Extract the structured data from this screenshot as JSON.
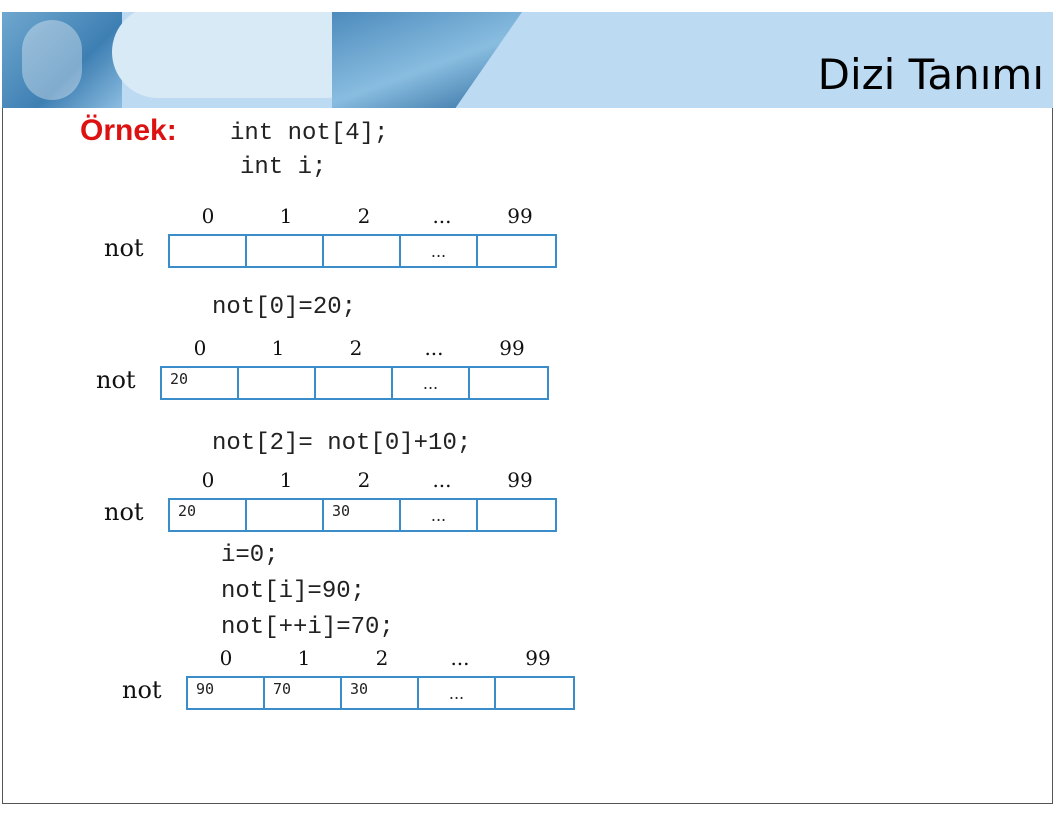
{
  "title": "Dizi Tanımı",
  "example_label": "Örnek:",
  "decl": [
    "int not[4];",
    "int i;"
  ],
  "stmts": {
    "s1": "not[0]=20;",
    "s2": "not[2]= not[0]+10;",
    "s3a": "i=0;",
    "s3b": "not[i]=90;",
    "s3c": "not[++i]=70;"
  },
  "array_name": "not",
  "indices": [
    "0",
    "1",
    "2",
    "...",
    "99"
  ],
  "arrays": [
    {
      "values": [
        "",
        "",
        "",
        "...",
        ""
      ]
    },
    {
      "values": [
        "20",
        "",
        "",
        "...",
        ""
      ]
    },
    {
      "values": [
        "20",
        "",
        "30",
        "...",
        ""
      ]
    },
    {
      "values": [
        "90",
        "70",
        "30",
        "...",
        ""
      ]
    }
  ],
  "colors": {
    "accent_red": "#dd1111",
    "cell_border": "#3a8dc8",
    "banner": "#bcdaf2"
  }
}
